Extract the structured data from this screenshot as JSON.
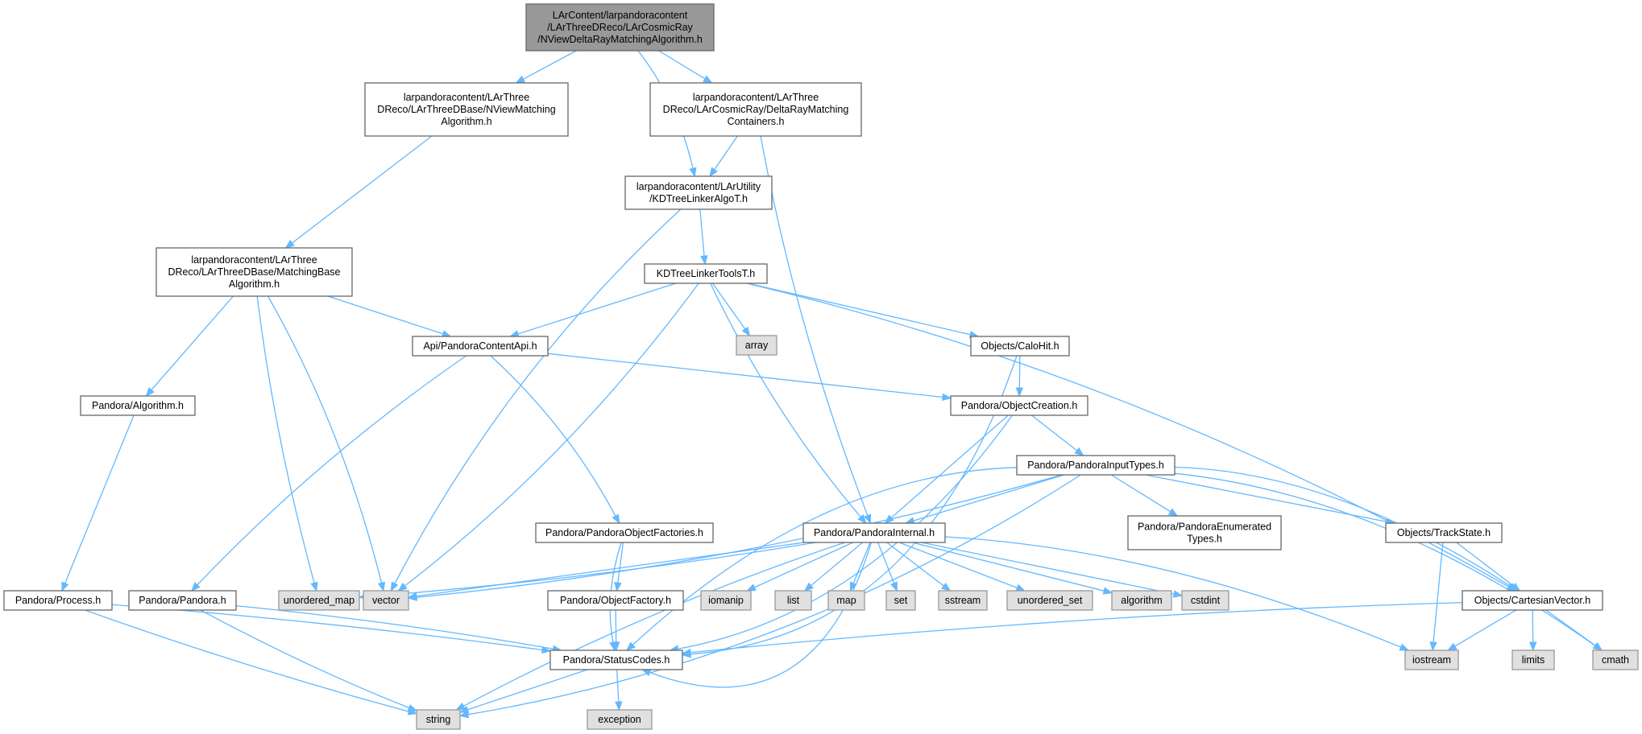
{
  "graph": {
    "edge_color": "#63b8ff",
    "root_fill": "#999999",
    "system_header_fill": "#e0e0e0",
    "nodes": [
      {
        "id": "root",
        "kind": "root",
        "lines": [
          "LArContent/larpandoracontent",
          "/LArThreeDReco/LArCosmicRay",
          "/NViewDeltaRayMatchingAlgorithm.h"
        ]
      },
      {
        "id": "nviewmatching",
        "kind": "file",
        "lines": [
          "larpandoracontent/LArThree",
          "DReco/LArThreeDBase/NViewMatching",
          "Algorithm.h"
        ]
      },
      {
        "id": "deltaraycontainers",
        "kind": "file",
        "lines": [
          "larpandoracontent/LArThree",
          "DReco/LArCosmicRay/DeltaRayMatching",
          "Containers.h"
        ]
      },
      {
        "id": "kdtreealgo",
        "kind": "file",
        "lines": [
          "larpandoracontent/LArUtility",
          "/KDTreeLinkerAlgoT.h"
        ]
      },
      {
        "id": "matchingbase",
        "kind": "file",
        "lines": [
          "larpandoracontent/LArThree",
          "DReco/LArThreeDBase/MatchingBase",
          "Algorithm.h"
        ]
      },
      {
        "id": "kdtreetools",
        "kind": "file",
        "lines": [
          "KDTreeLinkerToolsT.h"
        ]
      },
      {
        "id": "contentapi",
        "kind": "file",
        "lines": [
          "Api/PandoraContentApi.h"
        ]
      },
      {
        "id": "array",
        "kind": "sys",
        "lines": [
          "array"
        ]
      },
      {
        "id": "calohit",
        "kind": "file",
        "lines": [
          "Objects/CaloHit.h"
        ]
      },
      {
        "id": "algorithm_h",
        "kind": "file",
        "lines": [
          "Pandora/Algorithm.h"
        ]
      },
      {
        "id": "objectcreation",
        "kind": "file",
        "lines": [
          "Pandora/ObjectCreation.h"
        ]
      },
      {
        "id": "inputtypes",
        "kind": "file",
        "lines": [
          "Pandora/PandoraInputTypes.h"
        ]
      },
      {
        "id": "objectfactories",
        "kind": "file",
        "lines": [
          "Pandora/PandoraObjectFactories.h"
        ]
      },
      {
        "id": "pandorainternal",
        "kind": "file",
        "lines": [
          "Pandora/PandoraInternal.h"
        ]
      },
      {
        "id": "enumerated",
        "kind": "file",
        "lines": [
          "Pandora/PandoraEnumerated",
          "Types.h"
        ]
      },
      {
        "id": "trackstate",
        "kind": "file",
        "lines": [
          "Objects/TrackState.h"
        ]
      },
      {
        "id": "process",
        "kind": "file",
        "lines": [
          "Pandora/Process.h"
        ]
      },
      {
        "id": "pandora_h",
        "kind": "file",
        "lines": [
          "Pandora/Pandora.h"
        ]
      },
      {
        "id": "unordered_map",
        "kind": "sys",
        "lines": [
          "unordered_map"
        ]
      },
      {
        "id": "vector",
        "kind": "sys",
        "lines": [
          "vector"
        ]
      },
      {
        "id": "objectfactory",
        "kind": "file",
        "lines": [
          "Pandora/ObjectFactory.h"
        ]
      },
      {
        "id": "iomanip",
        "kind": "sys",
        "lines": [
          "iomanip"
        ]
      },
      {
        "id": "list",
        "kind": "sys",
        "lines": [
          "list"
        ]
      },
      {
        "id": "map",
        "kind": "sys",
        "lines": [
          "map"
        ]
      },
      {
        "id": "set",
        "kind": "sys",
        "lines": [
          "set"
        ]
      },
      {
        "id": "sstream",
        "kind": "sys",
        "lines": [
          "sstream"
        ]
      },
      {
        "id": "unordered_set",
        "kind": "sys",
        "lines": [
          "unordered_set"
        ]
      },
      {
        "id": "algorithm",
        "kind": "sys",
        "lines": [
          "algorithm"
        ]
      },
      {
        "id": "cstdint",
        "kind": "sys",
        "lines": [
          "cstdint"
        ]
      },
      {
        "id": "cartesianvector",
        "kind": "file",
        "lines": [
          "Objects/CartesianVector.h"
        ]
      },
      {
        "id": "statuscodes",
        "kind": "file",
        "lines": [
          "Pandora/StatusCodes.h"
        ]
      },
      {
        "id": "iostream",
        "kind": "sys",
        "lines": [
          "iostream"
        ]
      },
      {
        "id": "limits",
        "kind": "sys",
        "lines": [
          "limits"
        ]
      },
      {
        "id": "cmath",
        "kind": "sys",
        "lines": [
          "cmath"
        ]
      },
      {
        "id": "string",
        "kind": "sys",
        "lines": [
          "string"
        ]
      },
      {
        "id": "exception",
        "kind": "sys",
        "lines": [
          "exception"
        ]
      }
    ],
    "edges": [
      [
        "root",
        "nviewmatching"
      ],
      [
        "root",
        "kdtreealgo"
      ],
      [
        "root",
        "deltaraycontainers"
      ],
      [
        "nviewmatching",
        "matchingbase"
      ],
      [
        "deltaraycontainers",
        "kdtreealgo"
      ],
      [
        "deltaraycontainers",
        "pandorainternal"
      ],
      [
        "kdtreealgo",
        "kdtreetools"
      ],
      [
        "kdtreealgo",
        "vector"
      ],
      [
        "matchingbase",
        "contentapi"
      ],
      [
        "matchingbase",
        "algorithm_h"
      ],
      [
        "matchingbase",
        "unordered_map"
      ],
      [
        "matchingbase",
        "vector"
      ],
      [
        "kdtreetools",
        "contentapi"
      ],
      [
        "kdtreetools",
        "array"
      ],
      [
        "kdtreetools",
        "calohit"
      ],
      [
        "kdtreetools",
        "cartesianvector"
      ],
      [
        "kdtreetools",
        "vector"
      ],
      [
        "kdtreetools",
        "pandorainternal"
      ],
      [
        "contentapi",
        "objectcreation"
      ],
      [
        "contentapi",
        "pandora_h"
      ],
      [
        "contentapi",
        "objectfactories"
      ],
      [
        "calohit",
        "objectcreation"
      ],
      [
        "calohit",
        "statuscodes"
      ],
      [
        "algorithm_h",
        "process"
      ],
      [
        "objectcreation",
        "inputtypes"
      ],
      [
        "objectcreation",
        "pandorainternal"
      ],
      [
        "objectcreation",
        "statuscodes"
      ],
      [
        "inputtypes",
        "pandorainternal"
      ],
      [
        "inputtypes",
        "enumerated"
      ],
      [
        "inputtypes",
        "trackstate"
      ],
      [
        "inputtypes",
        "cartesianvector"
      ],
      [
        "inputtypes",
        "cmath"
      ],
      [
        "inputtypes",
        "vector"
      ],
      [
        "inputtypes",
        "string"
      ],
      [
        "inputtypes",
        "statuscodes"
      ],
      [
        "objectfactories",
        "objectfactory"
      ],
      [
        "objectfactories",
        "statuscodes"
      ],
      [
        "pandorainternal",
        "unordered_map"
      ],
      [
        "pandorainternal",
        "vector"
      ],
      [
        "pandorainternal",
        "iomanip"
      ],
      [
        "pandorainternal",
        "list"
      ],
      [
        "pandorainternal",
        "map"
      ],
      [
        "pandorainternal",
        "set"
      ],
      [
        "pandorainternal",
        "sstream"
      ],
      [
        "pandorainternal",
        "unordered_set"
      ],
      [
        "pandorainternal",
        "algorithm"
      ],
      [
        "pandorainternal",
        "cstdint"
      ],
      [
        "pandorainternal",
        "iostream"
      ],
      [
        "pandorainternal",
        "string"
      ],
      [
        "pandorainternal",
        "statuscodes"
      ],
      [
        "trackstate",
        "cartesianvector"
      ],
      [
        "trackstate",
        "iostream"
      ],
      [
        "process",
        "statuscodes"
      ],
      [
        "process",
        "string"
      ],
      [
        "pandora_h",
        "statuscodes"
      ],
      [
        "pandora_h",
        "string"
      ],
      [
        "objectfactory",
        "statuscodes"
      ],
      [
        "cartesianvector",
        "statuscodes"
      ],
      [
        "cartesianvector",
        "iostream"
      ],
      [
        "cartesianvector",
        "limits"
      ],
      [
        "cartesianvector",
        "cmath"
      ],
      [
        "statuscodes",
        "string"
      ],
      [
        "statuscodes",
        "exception"
      ]
    ]
  }
}
